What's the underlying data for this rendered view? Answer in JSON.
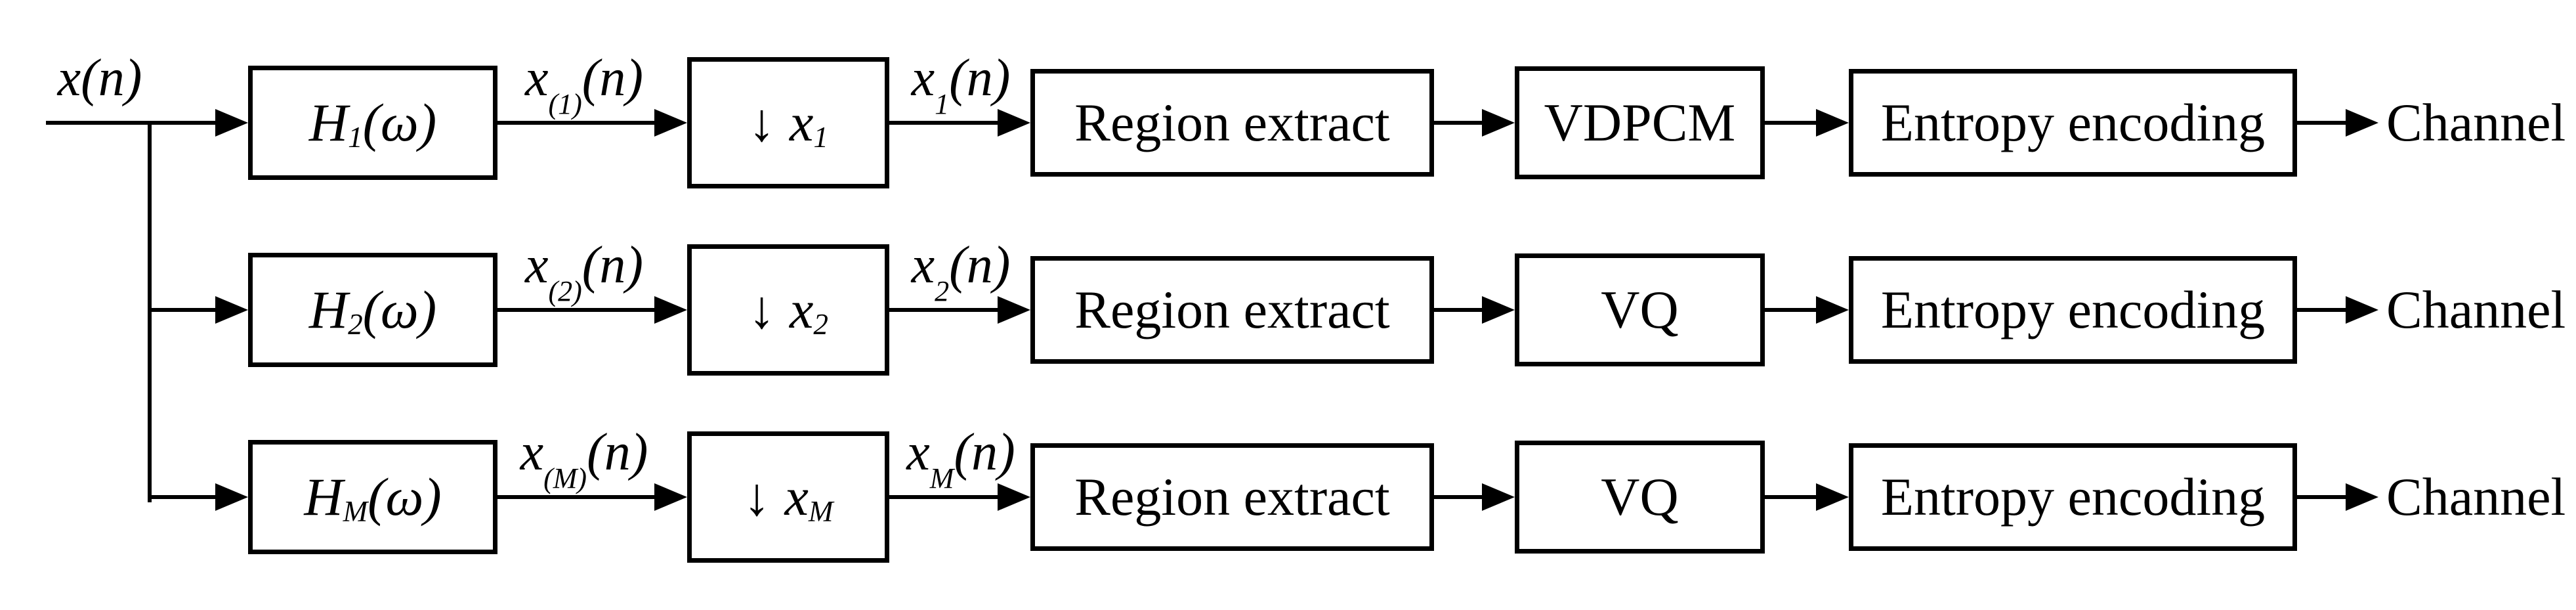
{
  "colors": {
    "ink": "#000000",
    "background": "#ffffff"
  },
  "input": {
    "base": "x",
    "arg": "(n)"
  },
  "rows": [
    {
      "filter": {
        "base": "H",
        "sub": "1",
        "arg": "(ω)"
      },
      "filter_output": {
        "base": "x",
        "sup": "(1)",
        "arg": "(n)"
      },
      "downsampler": {
        "arrow_glyph": "↓",
        "base": "x",
        "sub": "1"
      },
      "downsampler_output": {
        "base": "x",
        "sub": "1",
        "arg": "(n)"
      },
      "region_label": "Region extract",
      "quantizer_label": "VDPCM",
      "entropy_label": "Entropy encoding",
      "channel_label": "Channel"
    },
    {
      "filter": {
        "base": "H",
        "sub": "2",
        "arg": "(ω)"
      },
      "filter_output": {
        "base": "x",
        "sup": "(2)",
        "arg": "(n)"
      },
      "downsampler": {
        "arrow_glyph": "↓",
        "base": "x",
        "sub": "2"
      },
      "downsampler_output": {
        "base": "x",
        "sub": "2",
        "arg": "(n)"
      },
      "region_label": "Region extract",
      "quantizer_label": "VQ",
      "entropy_label": "Entropy encoding",
      "channel_label": "Channel"
    },
    {
      "filter": {
        "base": "H",
        "sub": "M",
        "arg": "(ω)"
      },
      "filter_output": {
        "base": "x",
        "sup": "(M)",
        "arg": "(n)"
      },
      "downsampler": {
        "arrow_glyph": "↓",
        "base": "x",
        "sub": "M"
      },
      "downsampler_output": {
        "base": "x",
        "sub": "M",
        "arg": "(n)"
      },
      "region_label": "Region extract",
      "quantizer_label": "VQ",
      "entropy_label": "Entropy encoding",
      "channel_label": "Channel"
    }
  ]
}
